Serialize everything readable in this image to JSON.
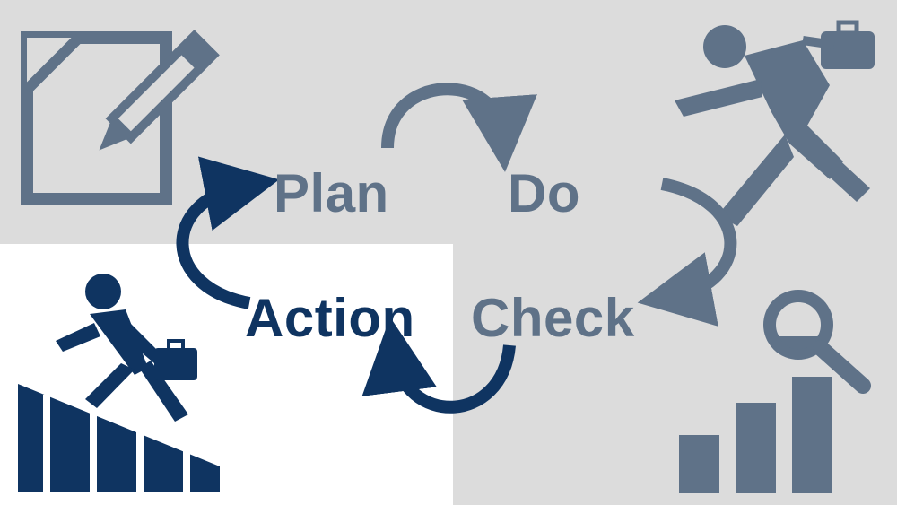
{
  "colors": {
    "background": "#dcdcdc",
    "panel": "#ffffff",
    "slate": "#5f7288",
    "navy": "#0f3461"
  },
  "cycle": {
    "plan": "Plan",
    "do": "Do",
    "check": "Check",
    "action": "Action"
  },
  "icons": {
    "plan": "document-pencil-icon",
    "do": "running-businessman-icon",
    "check": "bar-chart-magnifier-icon",
    "action": "climbing-stairs-businessman-icon"
  }
}
